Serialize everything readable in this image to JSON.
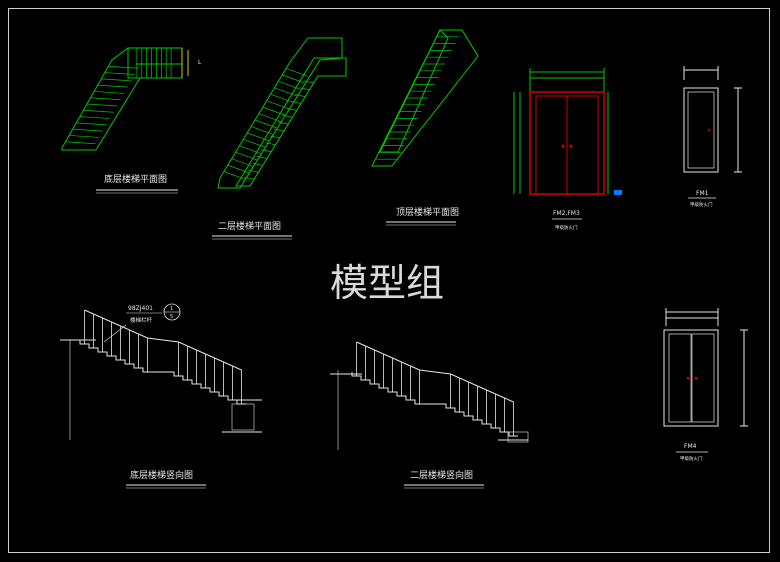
{
  "watermark": "模型组",
  "titles": {
    "ground_plan": "底层楼梯平面图",
    "second_plan": "二层楼梯平面图",
    "top_plan": "顶层楼梯平面图",
    "ground_elev": "底层楼梯竖向图",
    "second_elev": "二层楼梯竖向图"
  },
  "doors": {
    "fm2_fm3": "FM2,FM3",
    "fm1": "FM1",
    "fm4": "FM4",
    "caption": "甲级防火门"
  },
  "callout": {
    "ref": "98ZJ401",
    "label": "楼梯栏杆",
    "num_top": "1",
    "num_bottom": "5"
  },
  "colors": {
    "background": "#000000",
    "stair_green": "#00c800",
    "door_red": "#d00000",
    "line_white": "#e6e6e6",
    "dim_green": "#00c800"
  }
}
